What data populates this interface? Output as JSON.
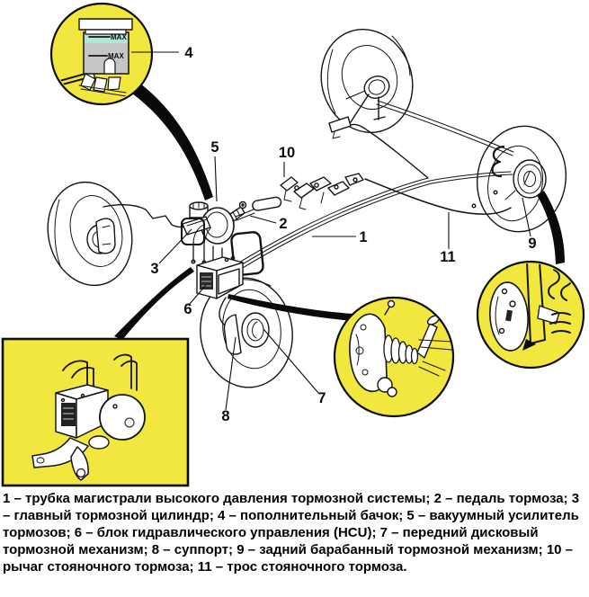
{
  "figure": {
    "callouts": [
      {
        "num": "1"
      },
      {
        "num": "2"
      },
      {
        "num": "3"
      },
      {
        "num": "4"
      },
      {
        "num": "5"
      },
      {
        "num": "6"
      },
      {
        "num": "7"
      },
      {
        "num": "8"
      },
      {
        "num": "9"
      },
      {
        "num": "10"
      },
      {
        "num": "11"
      }
    ],
    "reservoir": {
      "max_upper": "MAX",
      "max_lower": "MAX"
    },
    "colors": {
      "inset_fill": "#f1e73e",
      "fluid_band": "#aee6d8",
      "reservoir_gray": "#c6c6c6",
      "ink": "#141414"
    }
  },
  "legend": {
    "dash": " – ",
    "separator": "; ",
    "terminator": ".",
    "items": [
      {
        "num": "1",
        "text": "трубка магистрали высокого давления тормозной системы"
      },
      {
        "num": "2",
        "text": "педаль тормоза"
      },
      {
        "num": "3",
        "text": "главный тормозной цилиндр"
      },
      {
        "num": "4",
        "text": "пополнительный бачок"
      },
      {
        "num": "5",
        "text": "вакуумный усилитель тормозов"
      },
      {
        "num": "6",
        "text": "блок гидравлического управления (HCU)"
      },
      {
        "num": "7",
        "text": "передний дисковый тормозной механизм"
      },
      {
        "num": "8",
        "text": "суппорт"
      },
      {
        "num": "9",
        "text": "задний барабанный тормозной механизм"
      },
      {
        "num": "10",
        "text": "рычаг стояночного тормоза"
      },
      {
        "num": "11",
        "text": "трос стояночного тормоза"
      }
    ]
  }
}
